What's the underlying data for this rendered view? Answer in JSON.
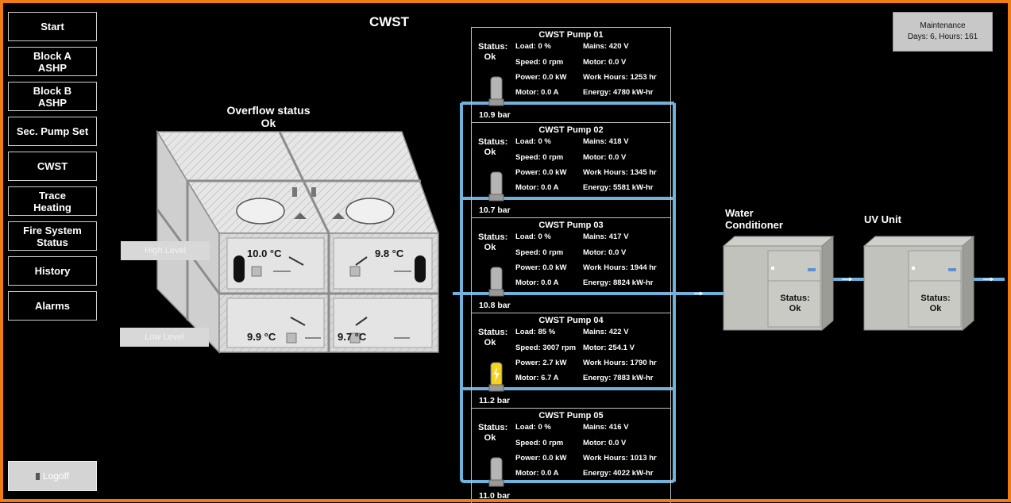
{
  "nav": {
    "items": [
      {
        "label": "Start"
      },
      {
        "label": "Block A\nASHP"
      },
      {
        "label": "Block B\nASHP"
      },
      {
        "label": "Sec. Pump Set"
      },
      {
        "label": "CWST"
      },
      {
        "label": "Trace\nHeating"
      },
      {
        "label": "Fire System\nStatus"
      },
      {
        "label": "History"
      },
      {
        "label": "Alarms"
      }
    ],
    "logoff": "Logoff"
  },
  "page_title": "CWST",
  "maintenance": {
    "title": "Maintenance",
    "value": "Days: 6, Hours: 161"
  },
  "tank": {
    "overflow_label": "Overflow status",
    "overflow_value": "Ok",
    "high_level": "High Level",
    "low_level": "Low Level",
    "temps": [
      "10.0 °C",
      "9.8 °C",
      "9.9 °C",
      "9.7 °C"
    ]
  },
  "pumps": [
    {
      "title": "CWST Pump 01",
      "status_label": "Status:",
      "status": "Ok",
      "load": "Load: 0 %",
      "speed": "Speed: 0 rpm",
      "power": "Power: 0.0 kW",
      "motor_a": "Motor: 0.0 A",
      "mains": "Mains: 420 V",
      "motor_v": "Motor: 0.0 V",
      "hours": "Work Hours: 1253 hr",
      "energy": "Energy: 4780 kW-hr",
      "pressure": "10.9 bar",
      "running": false
    },
    {
      "title": "CWST Pump 02",
      "status_label": "Status:",
      "status": "Ok",
      "load": "Load: 0 %",
      "speed": "Speed: 0 rpm",
      "power": "Power: 0.0 kW",
      "motor_a": "Motor: 0.0 A",
      "mains": "Mains: 418 V",
      "motor_v": "Motor: 0.0 V",
      "hours": "Work Hours: 1345 hr",
      "energy": "Energy: 5581 kW-hr",
      "pressure": "10.7 bar",
      "running": false
    },
    {
      "title": "CWST Pump 03",
      "status_label": "Status:",
      "status": "Ok",
      "load": "Load: 0 %",
      "speed": "Speed: 0 rpm",
      "power": "Power: 0.0 kW",
      "motor_a": "Motor: 0.0 A",
      "mains": "Mains: 417 V",
      "motor_v": "Motor: 0.0 V",
      "hours": "Work Hours: 1944 hr",
      "energy": "Energy: 8824 kW-hr",
      "pressure": "10.8 bar",
      "running": false
    },
    {
      "title": "CWST Pump 04",
      "status_label": "Status:",
      "status": "Ok",
      "load": "Load: 85 %",
      "speed": "Speed: 3007 rpm",
      "power": "Power: 2.7 kW",
      "motor_a": "Motor: 6.7 A",
      "mains": "Mains: 422 V",
      "motor_v": "Motor: 254.1 V",
      "hours": "Work Hours: 1790 hr",
      "energy": "Energy: 7883 kW-hr",
      "pressure": "11.2 bar",
      "running": true
    },
    {
      "title": "CWST Pump 05",
      "status_label": "Status:",
      "status": "Ok",
      "load": "Load: 0 %",
      "speed": "Speed: 0 rpm",
      "power": "Power: 0.0 kW",
      "motor_a": "Motor: 0.0 A",
      "mains": "Mains: 416 V",
      "motor_v": "Motor: 0.0 V",
      "hours": "Work Hours: 1013 hr",
      "energy": "Energy: 4022 kW-hr",
      "pressure": "11.0 bar",
      "running": false
    }
  ],
  "water_conditioner": {
    "label": "Water\nConditioner",
    "status_label": "Status:",
    "status": "Ok"
  },
  "uv_unit": {
    "label": "UV Unit",
    "status_label": "Status:",
    "status": "Ok"
  },
  "colors": {
    "frame": "#f07d14",
    "pipe": "#6fb3dc",
    "panel_gray": "#d9d9d9",
    "pump_running": "#f5d21c"
  }
}
